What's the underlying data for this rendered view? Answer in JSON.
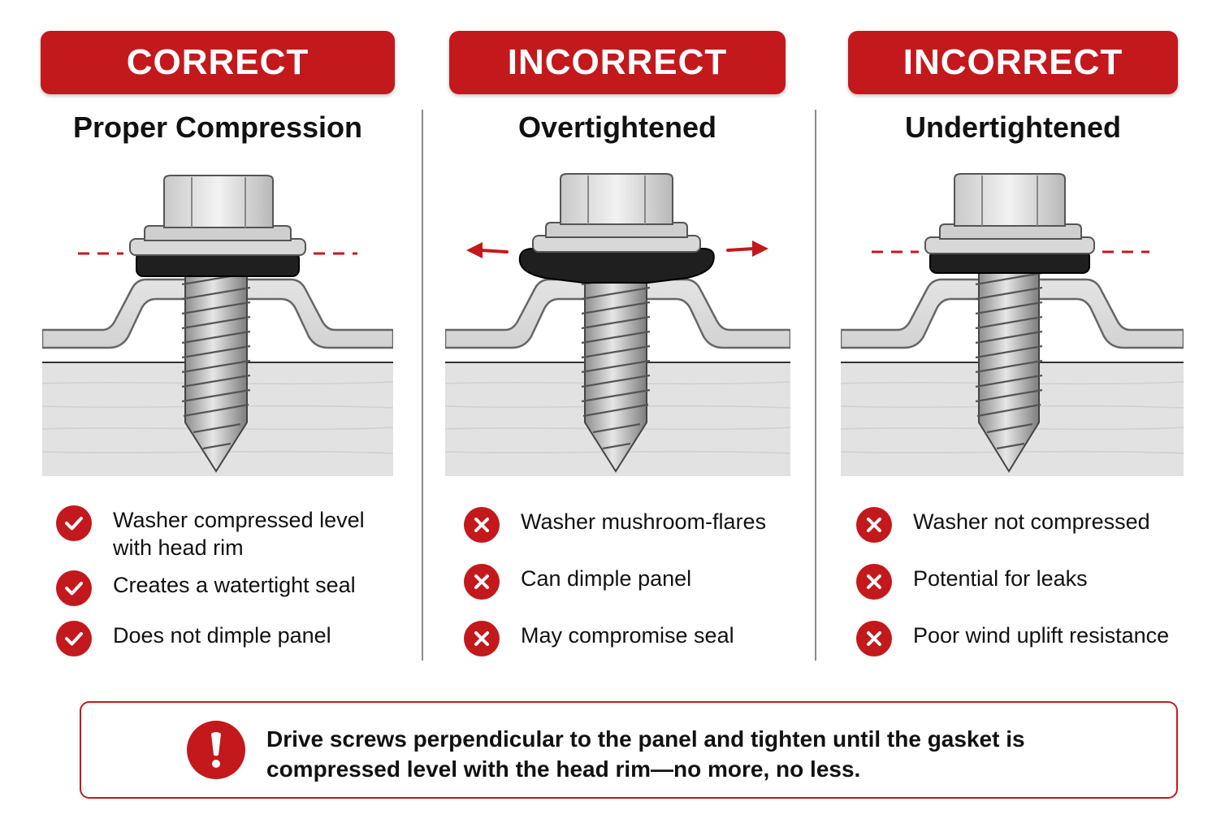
{
  "panels": [
    {
      "status": "CORRECT",
      "title": "Proper Compression",
      "bullets": [
        "Washer compressed level with head rim",
        "Creates a watertight seal",
        "Does not dimple panel"
      ]
    },
    {
      "status": "INCORRECT",
      "title": "Overtightened",
      "bullets": [
        "Washer mushroom-flares",
        "Can dimple panel",
        "May compromise seal"
      ]
    },
    {
      "status": "INCORRECT",
      "title": "Undertightened",
      "bullets": [
        "Washer not compressed",
        "Potential for leaks",
        "Poor wind uplift resistance"
      ]
    }
  ],
  "note": {
    "text": "Drive screws perpendicular to the panel and tighten until the gasket is compressed level with the head rim—no more, no less."
  },
  "colors": {
    "accent": "#c3191c",
    "text": "#111111",
    "divider": "#8a8a8a"
  },
  "icons": {
    "correct": "check-icon",
    "incorrect": "x-icon",
    "note": "exclamation-icon"
  }
}
